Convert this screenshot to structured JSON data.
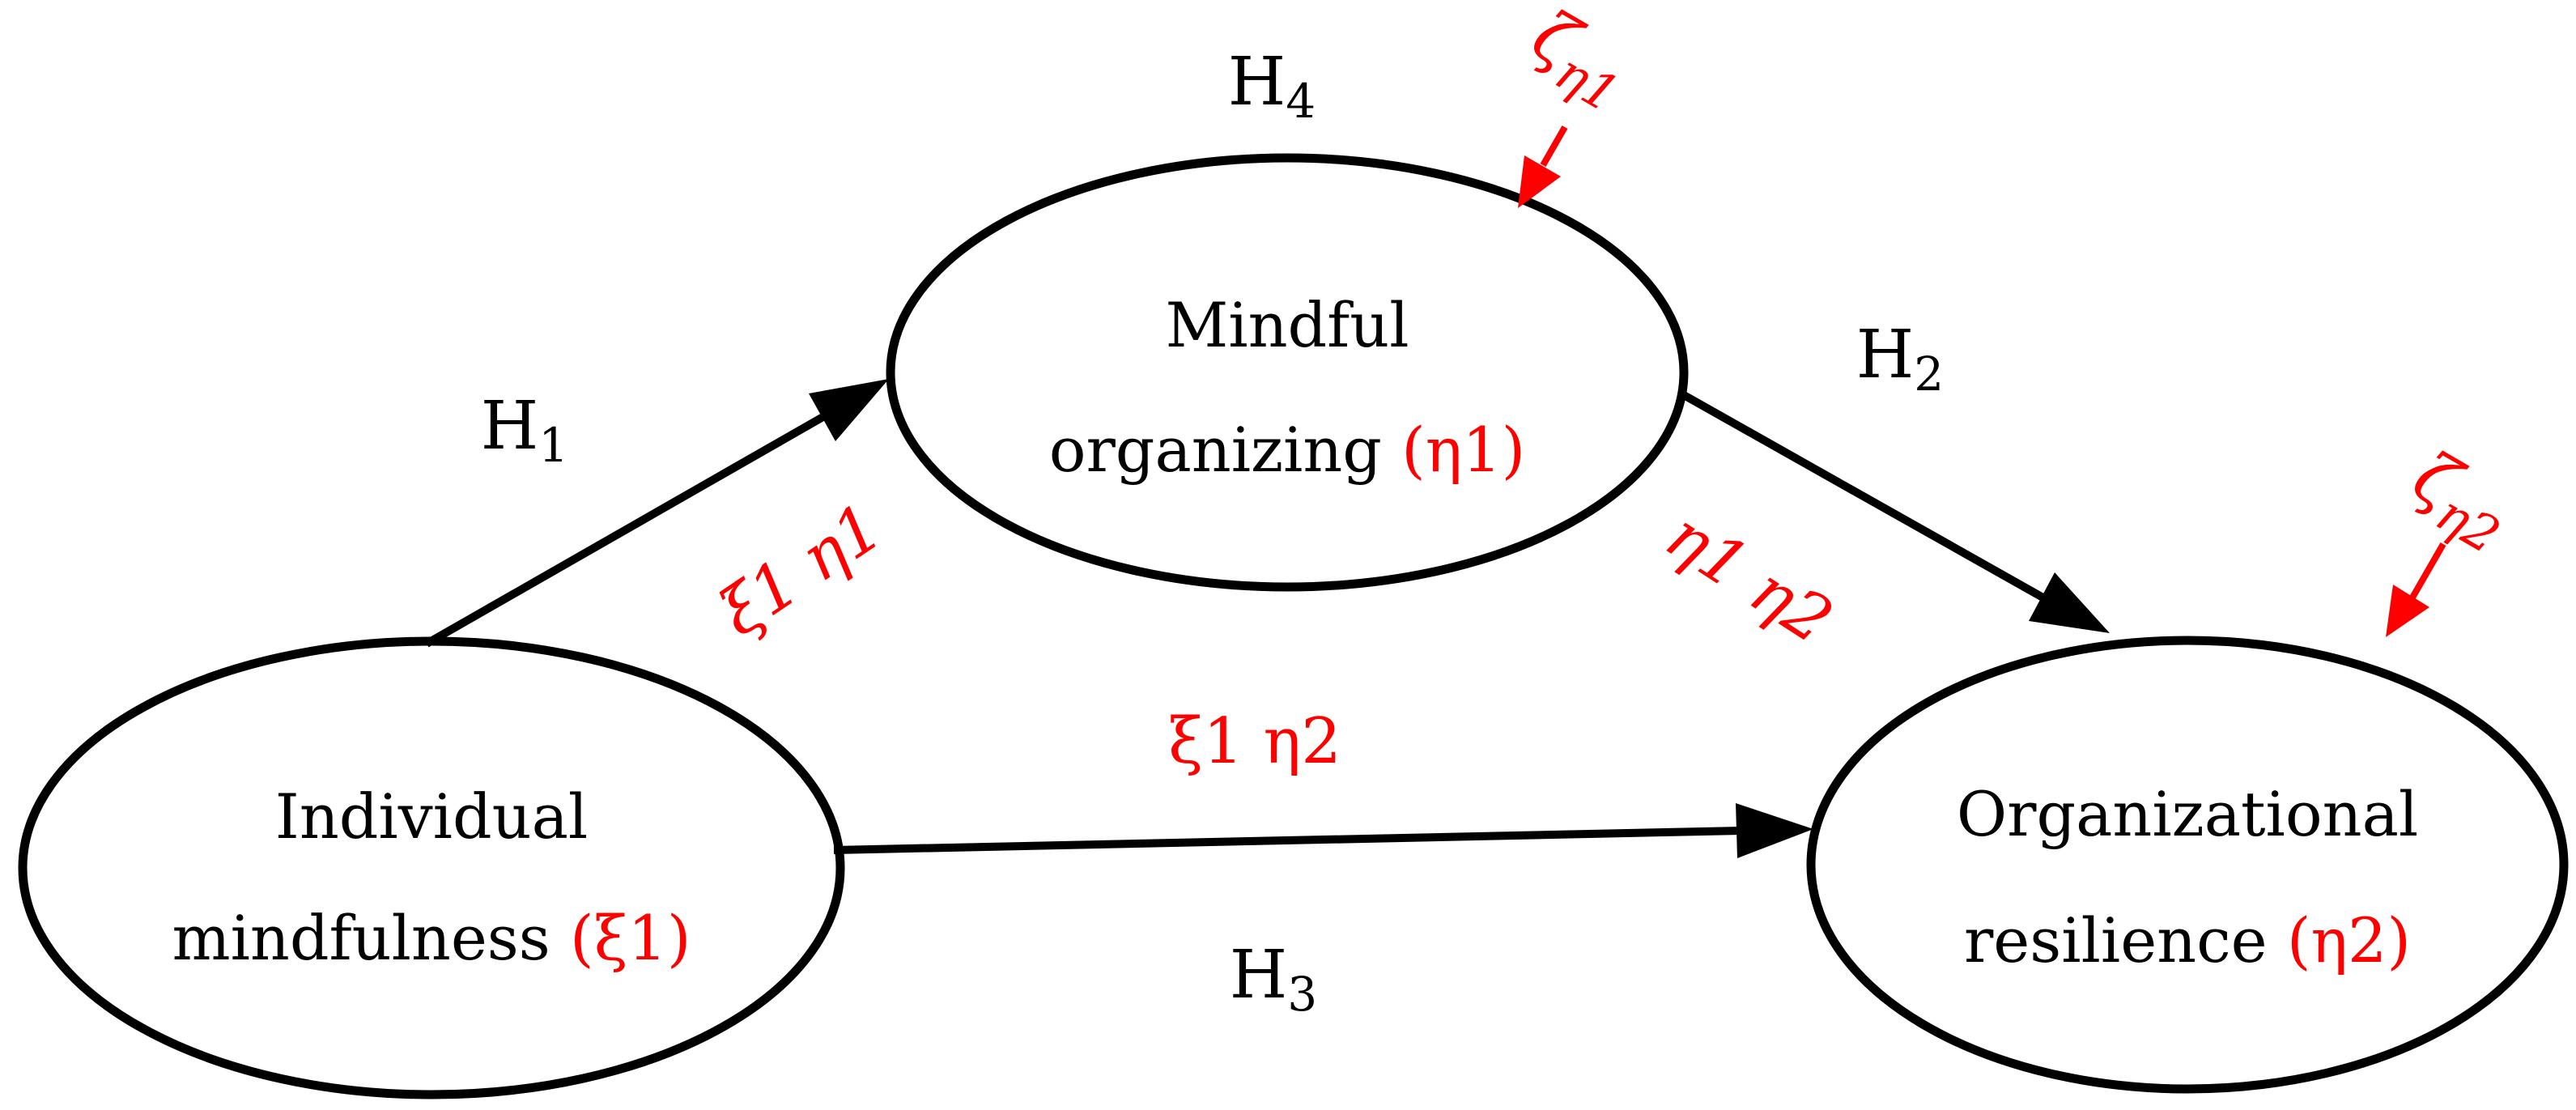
{
  "diagram": {
    "type": "sem-path-model",
    "colors": {
      "black": "#000000",
      "red": "#fe0000",
      "background": "#ffffff"
    },
    "nodes": [
      {
        "id": "individual-mindfulness",
        "label_line1": "Individual",
        "label_line2": "mindfulness ",
        "label_symbol": "(ξ1)"
      },
      {
        "id": "mindful-organizing",
        "label_line1": "Mindful",
        "label_line2": "organizing ",
        "label_symbol": "(η1)"
      },
      {
        "id": "organizational-resilience",
        "label_line1": "Organizational",
        "label_line2": "resilience ",
        "label_symbol": "(η2)"
      }
    ],
    "hypotheses": [
      {
        "base": "H",
        "sub": "1"
      },
      {
        "base": "H",
        "sub": "2"
      },
      {
        "base": "H",
        "sub": "3"
      },
      {
        "base": "H",
        "sub": "4"
      }
    ],
    "path_coefficients": [
      {
        "text": "ξ1 η1"
      },
      {
        "text": "ξ1 η2"
      },
      {
        "text": "η1 η2"
      }
    ],
    "error_terms": [
      {
        "symbol": "ζ",
        "sub": "η1"
      },
      {
        "symbol": "ζ",
        "sub": "η2"
      }
    ]
  }
}
